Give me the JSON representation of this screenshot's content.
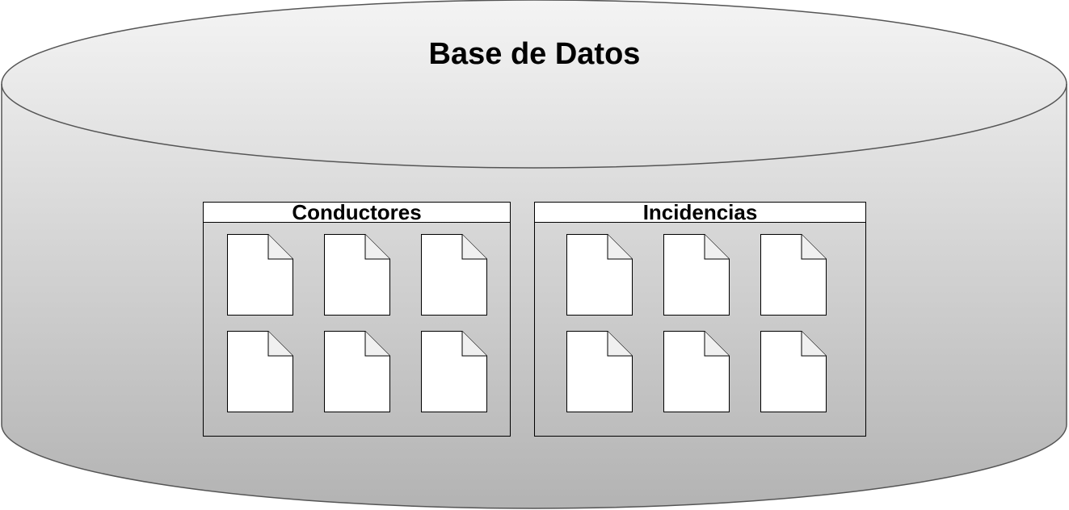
{
  "database": {
    "title": "Base de Datos"
  },
  "collections": [
    {
      "name": "Conductores",
      "document_count": 6
    },
    {
      "name": "Incidencias",
      "document_count": 6
    }
  ],
  "colors": {
    "cylinder_top": "#f4f4f4",
    "cylinder_bottom": "#b3b3b3",
    "stroke": "#000000",
    "document_fill": "#ffffff",
    "document_fold": "#f0f0f0"
  }
}
